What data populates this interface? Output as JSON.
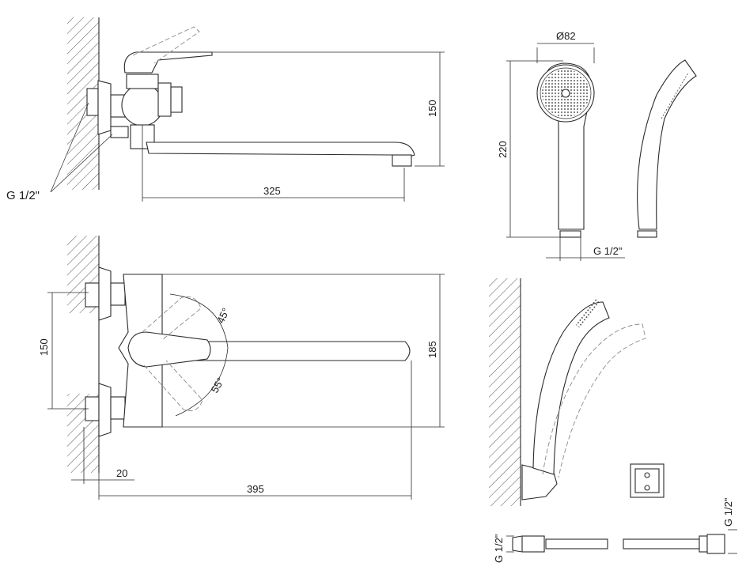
{
  "labels": {
    "thread_side": "G 1/2\"",
    "spout_reach": "325",
    "height": "150",
    "head_diameter": "Ø82",
    "handset_length": "220",
    "handset_thread": "G 1/2\"",
    "connection_spacing": "150",
    "angle_up": "45°",
    "angle_down": "55°",
    "body_height": "185",
    "wall_offset": "20",
    "total_length": "395",
    "hose_thread_left": "G 1/2\"",
    "hose_thread_right": "G 1/2\""
  }
}
